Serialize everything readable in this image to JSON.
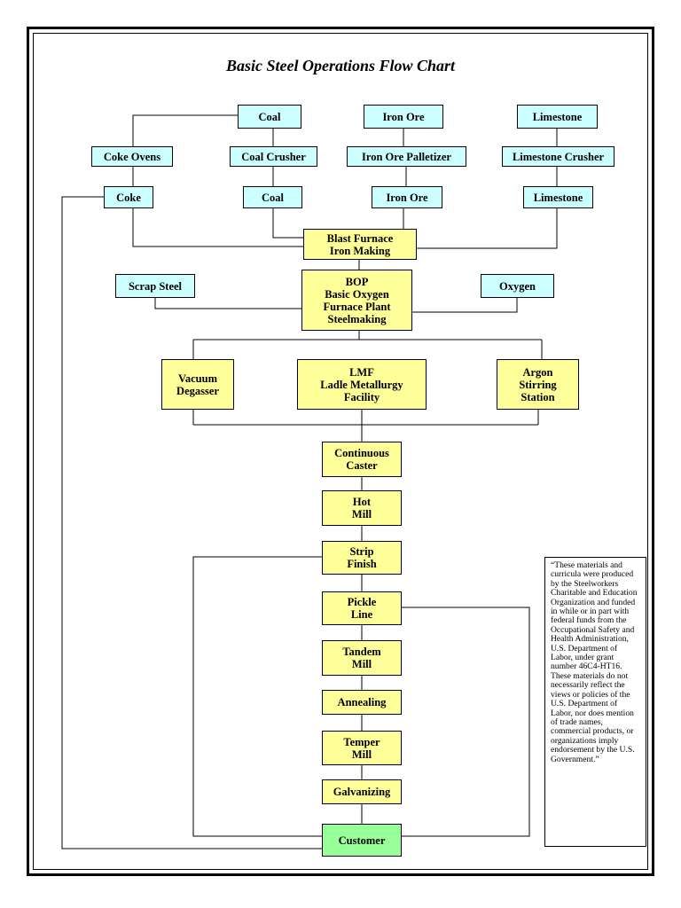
{
  "title": "Basic Steel Operations Flow Chart",
  "nodes": {
    "coal_top": "Coal",
    "iron_ore_top": "Iron Ore",
    "limestone_top": "Limestone",
    "coke_ovens": "Coke Ovens",
    "coal_crusher": "Coal Crusher",
    "iron_ore_palletizer": "Iron Ore Palletizer",
    "limestone_crusher": "Limestone Crusher",
    "coke": "Coke",
    "coal": "Coal",
    "iron_ore": "Iron Ore",
    "limestone": "Limestone",
    "blast_furnace": "Blast Furnace\nIron Making",
    "scrap_steel": "Scrap Steel",
    "bop": "BOP\nBasic Oxygen\nFurnace Plant\nSteelmaking",
    "oxygen": "Oxygen",
    "vacuum_degasser": "Vacuum\nDegasser",
    "lmf": "LMF\nLadle Metallurgy\nFacility",
    "argon": "Argon\nStirring\nStation",
    "continuous_caster": "Continuous\nCaster",
    "hot_mill": "Hot\nMill",
    "strip_finish": "Strip\nFinish",
    "pickle_line": "Pickle\nLine",
    "tandem_mill": "Tandem\nMill",
    "annealing": "Annealing",
    "temper_mill": "Temper\nMill",
    "galvanizing": "Galvanizing",
    "customer": "Customer"
  },
  "disclaimer": "“These materials and curricula were produced by the Steelworkers Charitable and Education Organization and funded in while or in part with federal funds from the Occupational Safety and Health Administration, U.S. Department of Labor, under grant number 46C4-HT16.  These materials do not necessarily reflect the views or policies of the U.S. Department of Labor, nor does mention of trade names, commercial products, or organizations imply endorsement by the U.S. Government.”",
  "colors": {
    "raw_material": "#ccffff",
    "process": "#ffff99",
    "final": "#99ff99"
  }
}
